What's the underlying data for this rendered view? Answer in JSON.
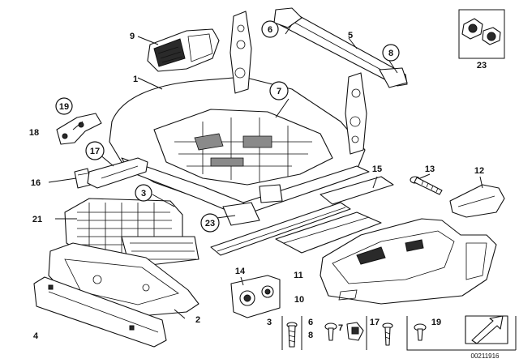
{
  "callouts": {
    "c1": "1",
    "c2": "2",
    "c3": "3",
    "c4": "4",
    "c5": "5",
    "c6": "6",
    "c7": "7",
    "c8": "8",
    "c9": "9",
    "c10": "10",
    "c11": "11",
    "c12": "12",
    "c13": "13",
    "c14": "14",
    "c15": "15",
    "c16": "16",
    "c17": "17",
    "c18": "18",
    "c19": "19",
    "c21": "21",
    "c23": "23"
  },
  "legend_row": [
    "3",
    "6",
    "8",
    "7",
    "17",
    "19"
  ],
  "doc_id": "00211916"
}
